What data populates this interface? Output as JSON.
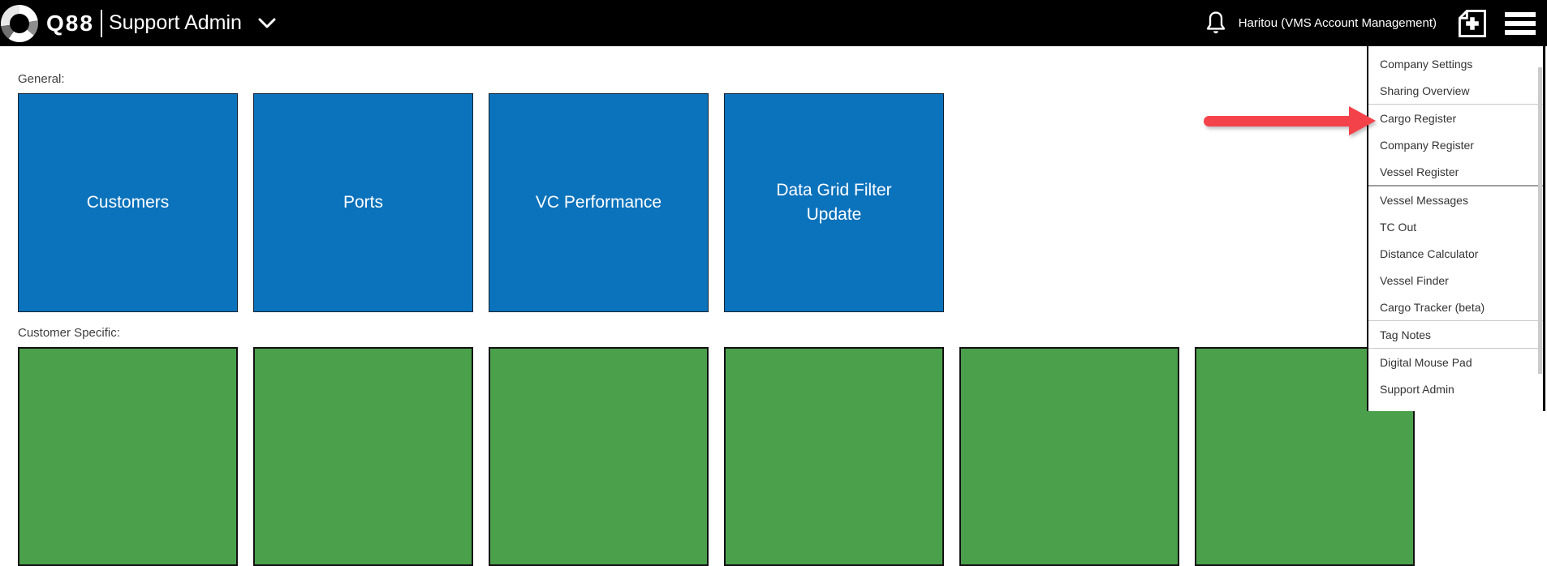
{
  "colors": {
    "header_bg": "#000000",
    "tile_blue": "#0b72bc",
    "tile_green": "#4ba04b",
    "arrow_red": "#f4424b",
    "menu_text": "#333333",
    "divider": "#c8c8c8"
  },
  "header": {
    "logo_text": "Q88",
    "app_title": "Support Admin",
    "user_label": "Haritou (VMS Account Management)",
    "icons": {
      "logo": "q88-logo-icon",
      "title_chevron": "chevron-down-icon",
      "notifications": "bell-icon",
      "new_document": "new-document-plus-icon",
      "app_menu": "hamburger-menu-icon"
    }
  },
  "main": {
    "general_section": {
      "label": "General:",
      "tiles": [
        {
          "label": "Customers"
        },
        {
          "label": "Ports"
        },
        {
          "label": "VC Performance"
        },
        {
          "label": "Data Grid Filter Update"
        }
      ]
    },
    "customer_specific_section": {
      "label": "Customer Specific:",
      "visible_tile_count": 6
    }
  },
  "dropdown_menu": {
    "items": [
      {
        "label": "Company Settings"
      },
      {
        "label": "Sharing Overview"
      },
      {
        "label": "Cargo Register"
      },
      {
        "label": "Company Register"
      },
      {
        "label": "Vessel Register"
      },
      {
        "label": "Vessel Messages"
      },
      {
        "label": "TC Out"
      },
      {
        "label": "Distance Calculator"
      },
      {
        "label": "Vessel Finder"
      },
      {
        "label": "Cargo Tracker (beta)"
      },
      {
        "label": "Tag Notes"
      },
      {
        "label": "Digital Mouse Pad"
      },
      {
        "label": "Support Admin"
      }
    ]
  },
  "annotation": {
    "arrow_points_to": "Cargo Register"
  }
}
